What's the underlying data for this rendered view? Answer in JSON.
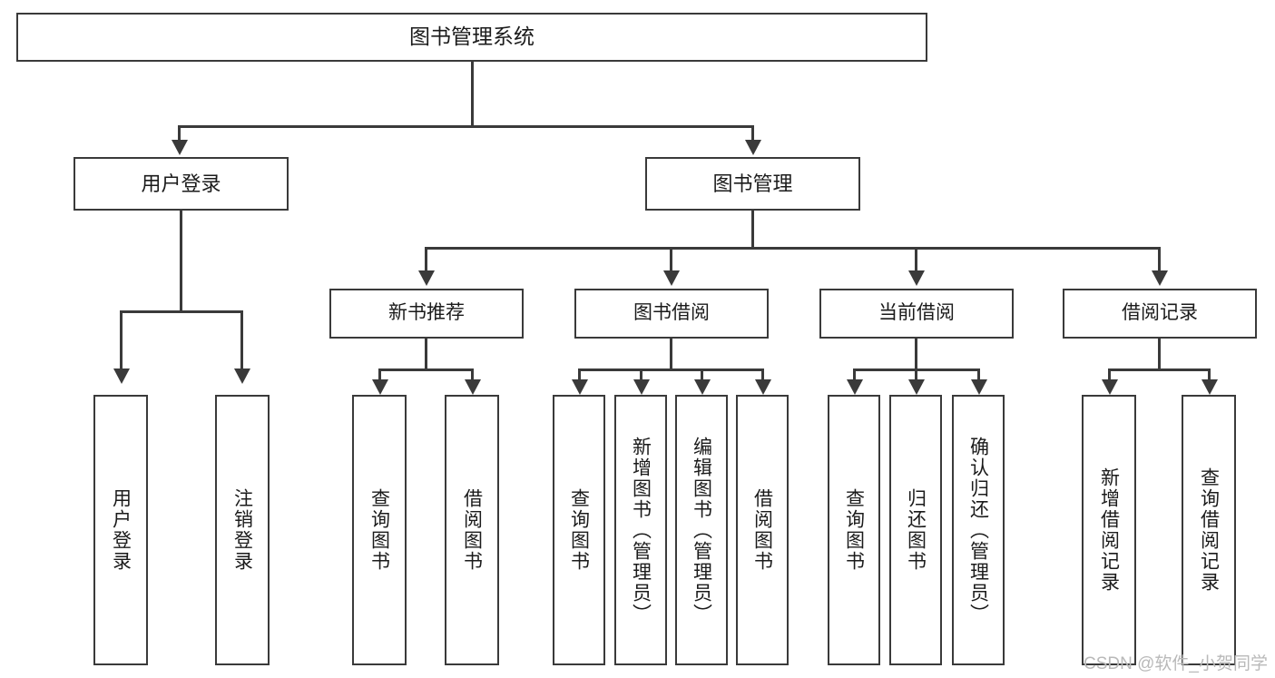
{
  "diagram": {
    "title": "图书管理系统",
    "type": "function-structure-tree",
    "watermark": "CSDN @软件_小贺同学",
    "colors": {
      "stroke": "#3a3a3a",
      "fill": "#ffffff",
      "text": "#1b1b1b",
      "watermark": "#b9b9b9"
    },
    "root": {
      "label": "图书管理系统"
    },
    "level2": [
      {
        "label": "用户登录"
      },
      {
        "label": "图书管理"
      }
    ],
    "level3": [
      {
        "label": "新书推荐"
      },
      {
        "label": "图书借阅"
      },
      {
        "label": "当前借阅"
      },
      {
        "label": "借阅记录"
      }
    ],
    "leaves": {
      "user_login": [
        {
          "label": "用户登录"
        },
        {
          "label": "注销登录"
        }
      ],
      "new_book": [
        {
          "label": "查询图书"
        },
        {
          "label": "借阅图书"
        }
      ],
      "book_borrow": [
        {
          "label": "查询图书"
        },
        {
          "label": "新增图书（管理员）"
        },
        {
          "label": "编辑图书（管理员）"
        },
        {
          "label": "借阅图书"
        }
      ],
      "current_borrow": [
        {
          "label": "查询图书"
        },
        {
          "label": "归还图书"
        },
        {
          "label": "确认归还（管理员）"
        }
      ],
      "borrow_record": [
        {
          "label": "新增借阅记录"
        },
        {
          "label": "查询借阅记录"
        }
      ]
    }
  }
}
